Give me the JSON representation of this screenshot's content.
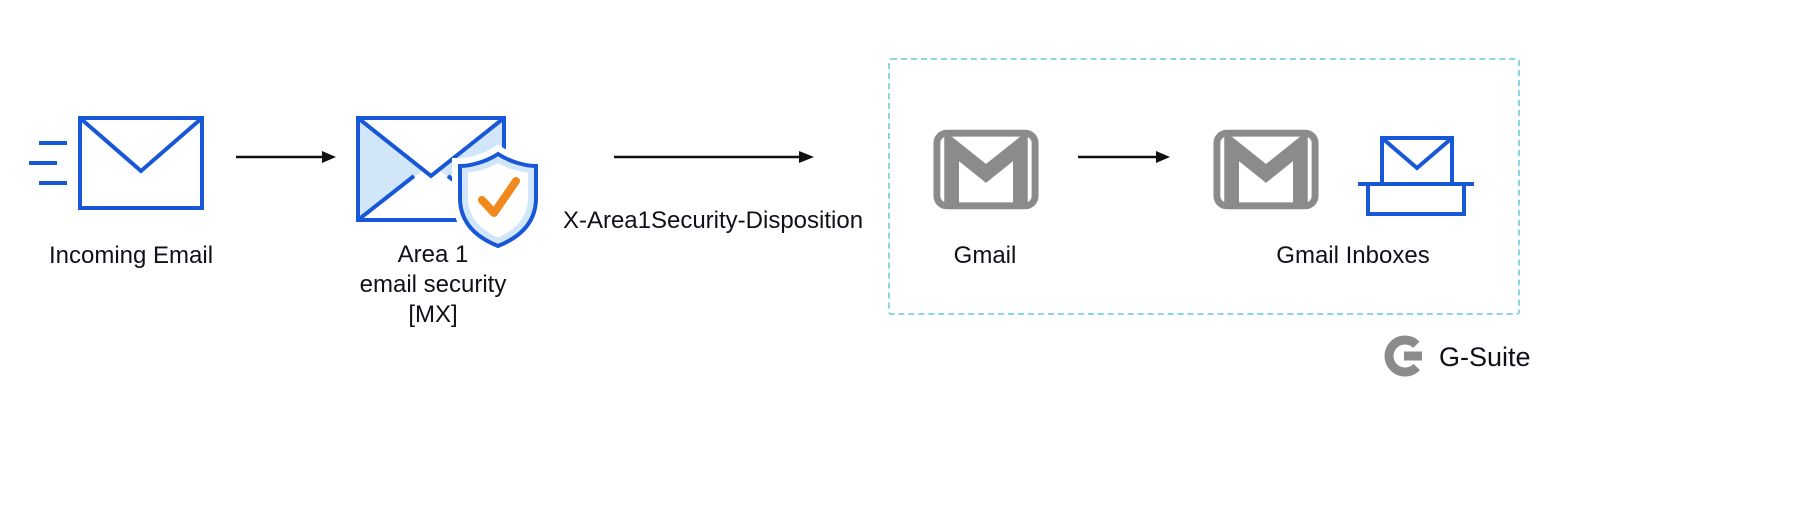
{
  "colors": {
    "blue": "#1757d8",
    "light_blue": "#d2e6f9",
    "gray": "#8b8b8b",
    "orange": "#f08a1e",
    "dashed_border": "#8bd6e4",
    "text": "#101018",
    "arrow": "#111111"
  },
  "nodes": {
    "incoming_email": {
      "label": "Incoming Email",
      "icon": "incoming-email-envelope-icon"
    },
    "area1": {
      "label_line1": "Area 1",
      "label_line2": "email security",
      "label_line3": "[MX]",
      "icon": "envelope-shield-check-icon"
    },
    "gmail": {
      "label": "Gmail",
      "icon": "gmail-icon"
    },
    "gmail_inboxes": {
      "label": "Gmail Inboxes",
      "icons": [
        "gmail-icon",
        "inbox-envelope-icon"
      ]
    }
  },
  "edges": {
    "disposition_label": "X-Area1Security-Disposition"
  },
  "group": {
    "name": "g-suite-boundary"
  },
  "branding": {
    "label": "G-Suite",
    "icon": "g-logo-icon"
  }
}
